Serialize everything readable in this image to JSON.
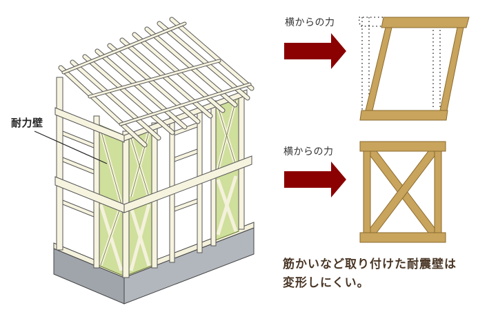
{
  "house": {
    "callout_label": "耐力壁",
    "colors": {
      "frame": "#f6f3df",
      "frame_stroke": "#555555",
      "panel": "#cfdf9c",
      "foundation_front": "#a9adb2",
      "foundation_side": "#8f9499"
    }
  },
  "panels": [
    {
      "label": "横からの力",
      "description": "unbraced frame deforms",
      "arrow_color": "#8b0000"
    },
    {
      "label": "横からの力",
      "description": "braced frame",
      "arrow_color": "#8b0000"
    }
  ],
  "caption": {
    "line1": "筋かいなど取り付けた耐震壁は",
    "line2": "変形しにくい。"
  },
  "colors": {
    "wood": "#c8a45c",
    "wood_stroke": "#8a6a2e",
    "arrow": "#8b0000",
    "caption_text": "#4a3626"
  }
}
